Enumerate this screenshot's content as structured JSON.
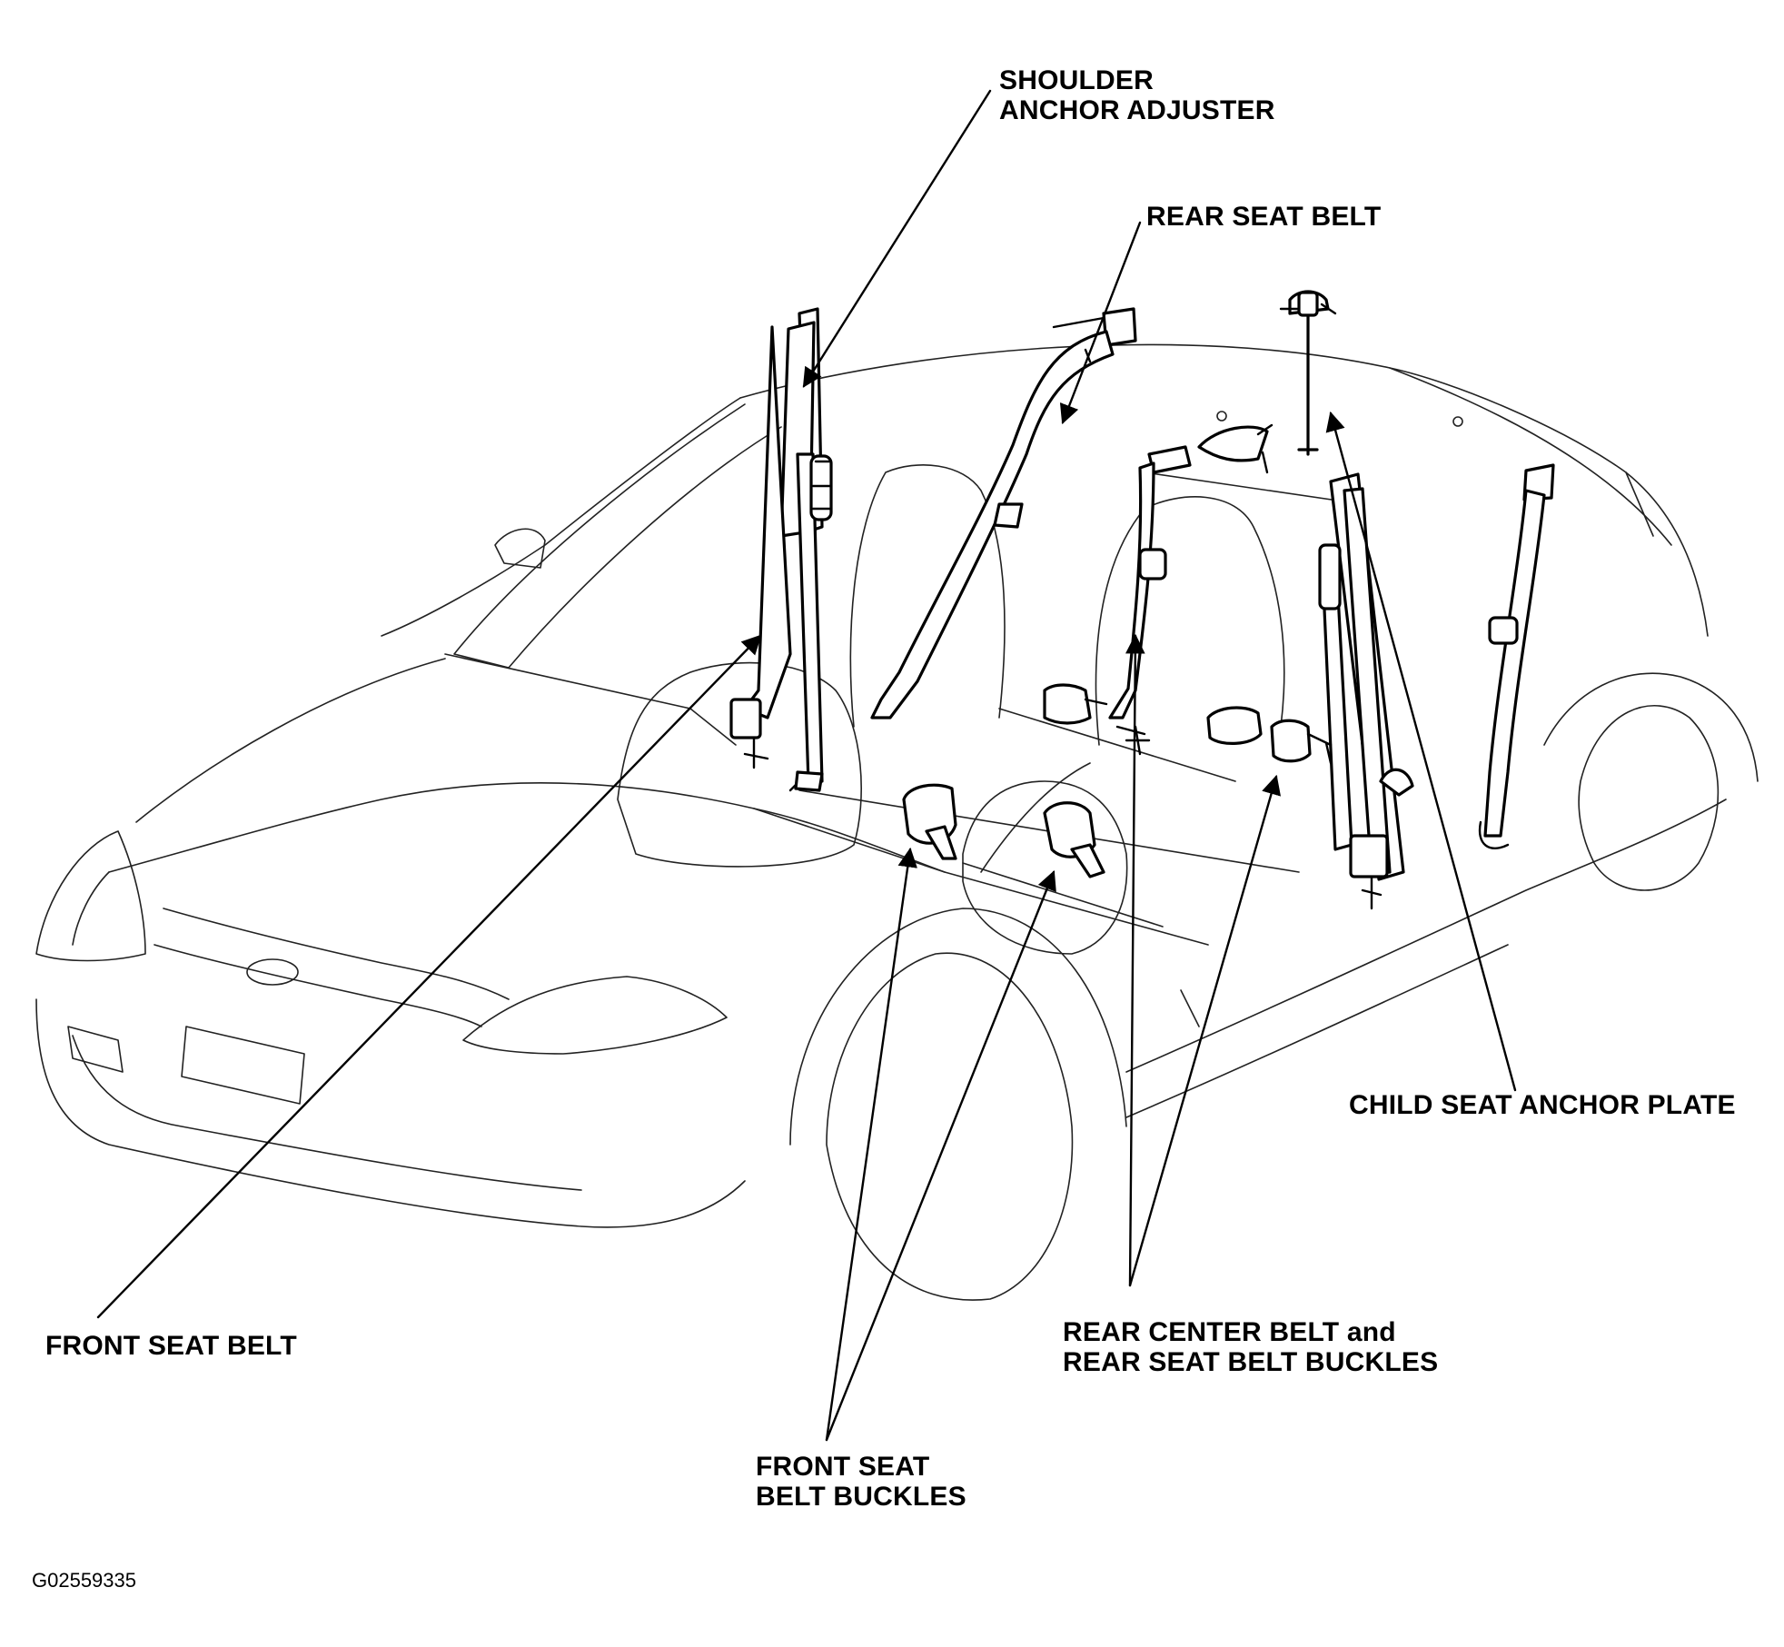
{
  "labels": {
    "shoulder_anchor_adjuster": [
      "SHOULDER",
      "ANCHOR ADJUSTER"
    ],
    "rear_seat_belt": "REAR SEAT BELT",
    "child_seat_anchor_plate": "CHILD SEAT ANCHOR PLATE",
    "front_seat_belt": "FRONT SEAT BELT",
    "rear_center_belt_buckles": [
      "REAR CENTER BELT and",
      "REAR SEAT BELT BUCKLES"
    ],
    "front_seat_belt_buckles": [
      "FRONT SEAT",
      "BELT BUCKLES"
    ]
  },
  "figure_code": "G02559335"
}
